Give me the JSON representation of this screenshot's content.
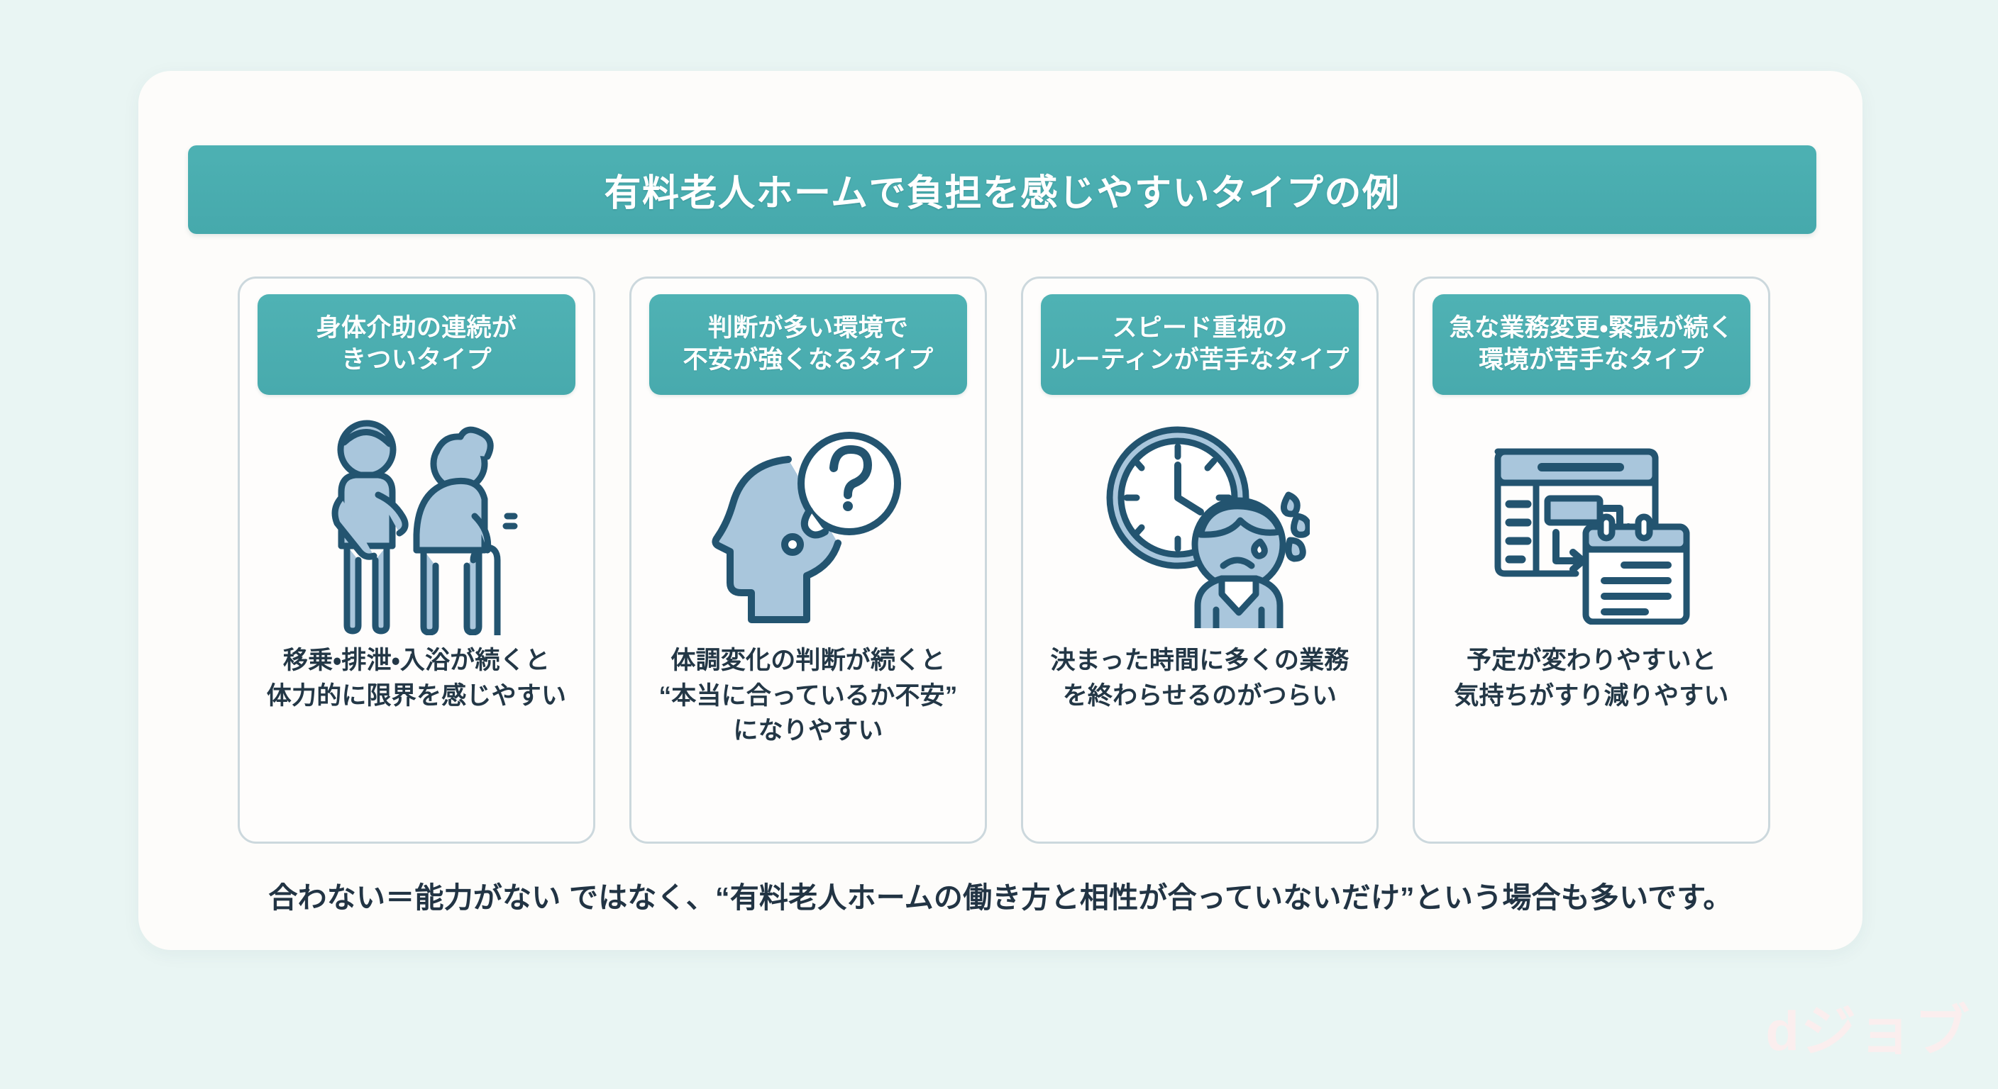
{
  "theme": {
    "background": "#e9f5f3",
    "panel": "#fdfcfa",
    "teal": "#4db1b3",
    "card_border": "#ccd8dd",
    "text_dark": "#233746",
    "icon_stroke": "#235470",
    "icon_fill": "#a9c6dc",
    "watermark": "#fbeeee"
  },
  "header": {
    "title": "有料老人ホームで負担を感じやすいタイプの例"
  },
  "cards": [
    {
      "id": "physical-care",
      "icon_name": "caregiver-assisting-elderly-icon",
      "header_lines": [
        "身体介助の連続が",
        "きついタイプ"
      ],
      "body_lines": [
        "移乗・排泄・入浴が続くと",
        "体力的に限界を感じやすい"
      ]
    },
    {
      "id": "judgement-anxiety",
      "icon_name": "head-with-question-bubble-icon",
      "header_lines": [
        "判断が多い環境で",
        "不安が強くなるタイプ"
      ],
      "body_lines": [
        "体調変化の判断が続くと",
        "“本当に合っているか不安”",
        "になりやすい"
      ]
    },
    {
      "id": "speed-routine",
      "icon_name": "clock-with-stressed-person-icon",
      "header_lines": [
        "スピード重視の",
        "ルーティンが苦手なタイプ"
      ],
      "body_lines": [
        "決まった時間に多くの業務",
        "を終わらせるのがつらい"
      ]
    },
    {
      "id": "sudden-change",
      "icon_name": "schedule-change-clipboard-icon",
      "header_lines": [
        "急な業務変更・緊張が続く",
        "環境が苦手なタイプ"
      ],
      "body_lines": [
        "予定が変わりやすいと",
        "気持ちがすり減りやすい"
      ]
    }
  ],
  "footer": {
    "note": "合わない＝能力がない ではなく、“有料老人ホームの働き方と相性が合っていないだけ”という場合も多いです。"
  },
  "watermark": {
    "text": "dジョブ"
  }
}
